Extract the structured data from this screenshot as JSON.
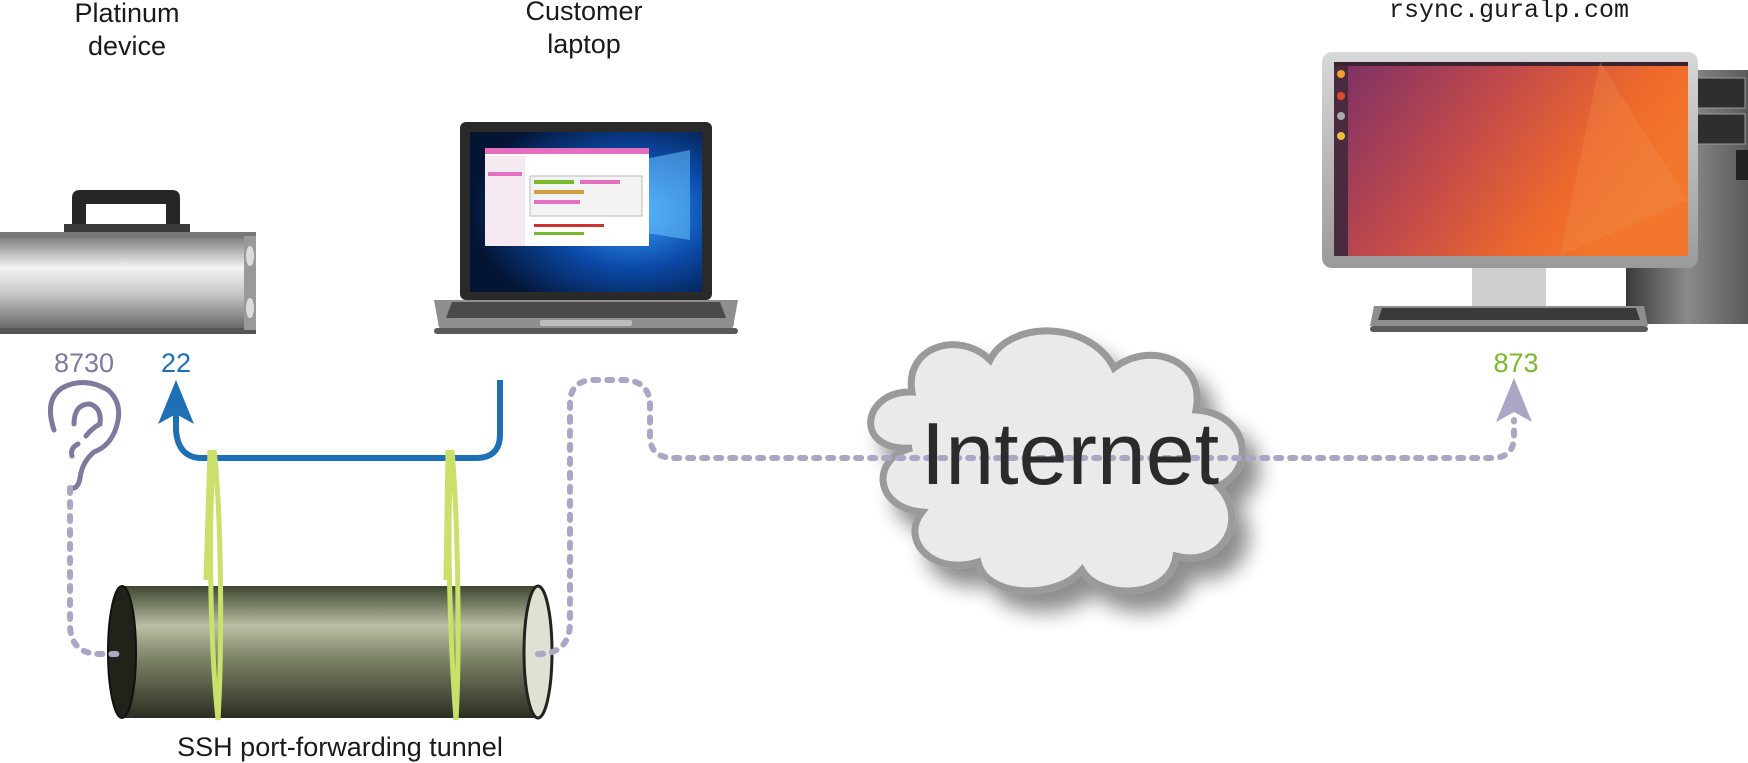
{
  "labels": {
    "platinum_line1": "Platinum",
    "platinum_line2": "device",
    "laptop_line1": "Customer",
    "laptop_line2": "laptop",
    "server_host": "rsync.guralp.com",
    "internet": "Internet",
    "tunnel": "SSH port-forwarding tunnel"
  },
  "ports": {
    "listen": "8730",
    "ssh": "22",
    "rsync": "873"
  },
  "colors": {
    "listen_port": "#7d7a9e",
    "ssh_port": "#1f6fb5",
    "rsync_port": "#7ab82e",
    "dotted_path": "#a9a7c4",
    "ssh_path": "#1f6fb5",
    "tunnel_rings": "#c9e06a"
  },
  "icons": {
    "device": "platinum-device-icon",
    "laptop": "laptop-icon",
    "server": "desktop-computer-icon",
    "ear": "ear-icon",
    "cloud": "cloud-icon",
    "tunnel": "tunnel-pipe-icon"
  }
}
